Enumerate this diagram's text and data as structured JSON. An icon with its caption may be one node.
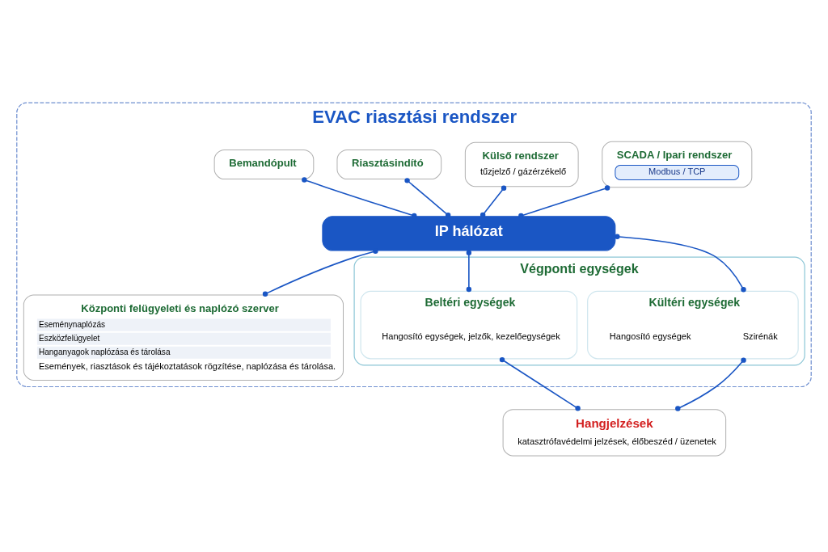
{
  "diagram": {
    "nodes": [
      {
        "text": [
          "EVAC riasztási rendszer"
        ]
      },
      {
        "text": [
          "Bemandópult"
        ],
        "in": 0
      },
      {
        "text": [
          "Riasztásindító"
        ],
        "in": 0
      },
      {
        "text": [
          "Külső rendszer",
          "tűzjelző / gázérzékelő"
        ],
        "in": 0
      },
      {
        "text": [
          "SCADA / Ipari rendszer",
          "Modbus / TCP"
        ],
        "in": 0
      },
      {
        "text": [
          "IP hálózat"
        ],
        "in": 0
      },
      {
        "text": [
          "Központi felügyeleti és naplózó szerver",
          "Eseménynaplózás",
          "Eszközfelügyelet",
          "Hanganyagok naplózása és tárolása",
          "Események, riasztások és tájékoztatások rögzítése, naplózása és tárolása."
        ],
        "in": 0
      },
      {
        "text": [
          "Végponti egységek"
        ],
        "in": 0
      },
      {
        "text": [
          "Kültéri egységek"
        ],
        "in": 7
      },
      {
        "text": [
          "Szirénák"
        ],
        "in": 8
      },
      {
        "text": [
          "Hangosító egységek"
        ],
        "in": 8
      },
      {
        "text": [
          "Beltéri egységek"
        ],
        "in": 7
      },
      {
        "text": [
          "Hangosító egységek, jelzők, kezelőegységek"
        ],
        "in": 11
      },
      {
        "text": [
          "Hangjelzések",
          "katasztrófavédelmi jelzések, élőbeszéd / üzenetek"
        ]
      }
    ],
    "edges": [
      {
        "from": 1,
        "to": 5,
        "arrow": "other"
      },
      {
        "from": 2,
        "to": 5,
        "arrow": "other"
      },
      {
        "from": 3,
        "to": 5,
        "arrow": "other"
      },
      {
        "from": 4,
        "to": 5,
        "arrow": "other"
      },
      {
        "from": 5,
        "to": 6,
        "arrow": "other"
      },
      {
        "from": 5,
        "to": 8,
        "arrow": "other"
      },
      {
        "from": 5,
        "to": 11,
        "arrow": "other"
      },
      {
        "from": 8,
        "to": 13,
        "arrow": "other"
      },
      {
        "from": 11,
        "to": 13,
        "arrow": "other"
      }
    ]
  }
}
